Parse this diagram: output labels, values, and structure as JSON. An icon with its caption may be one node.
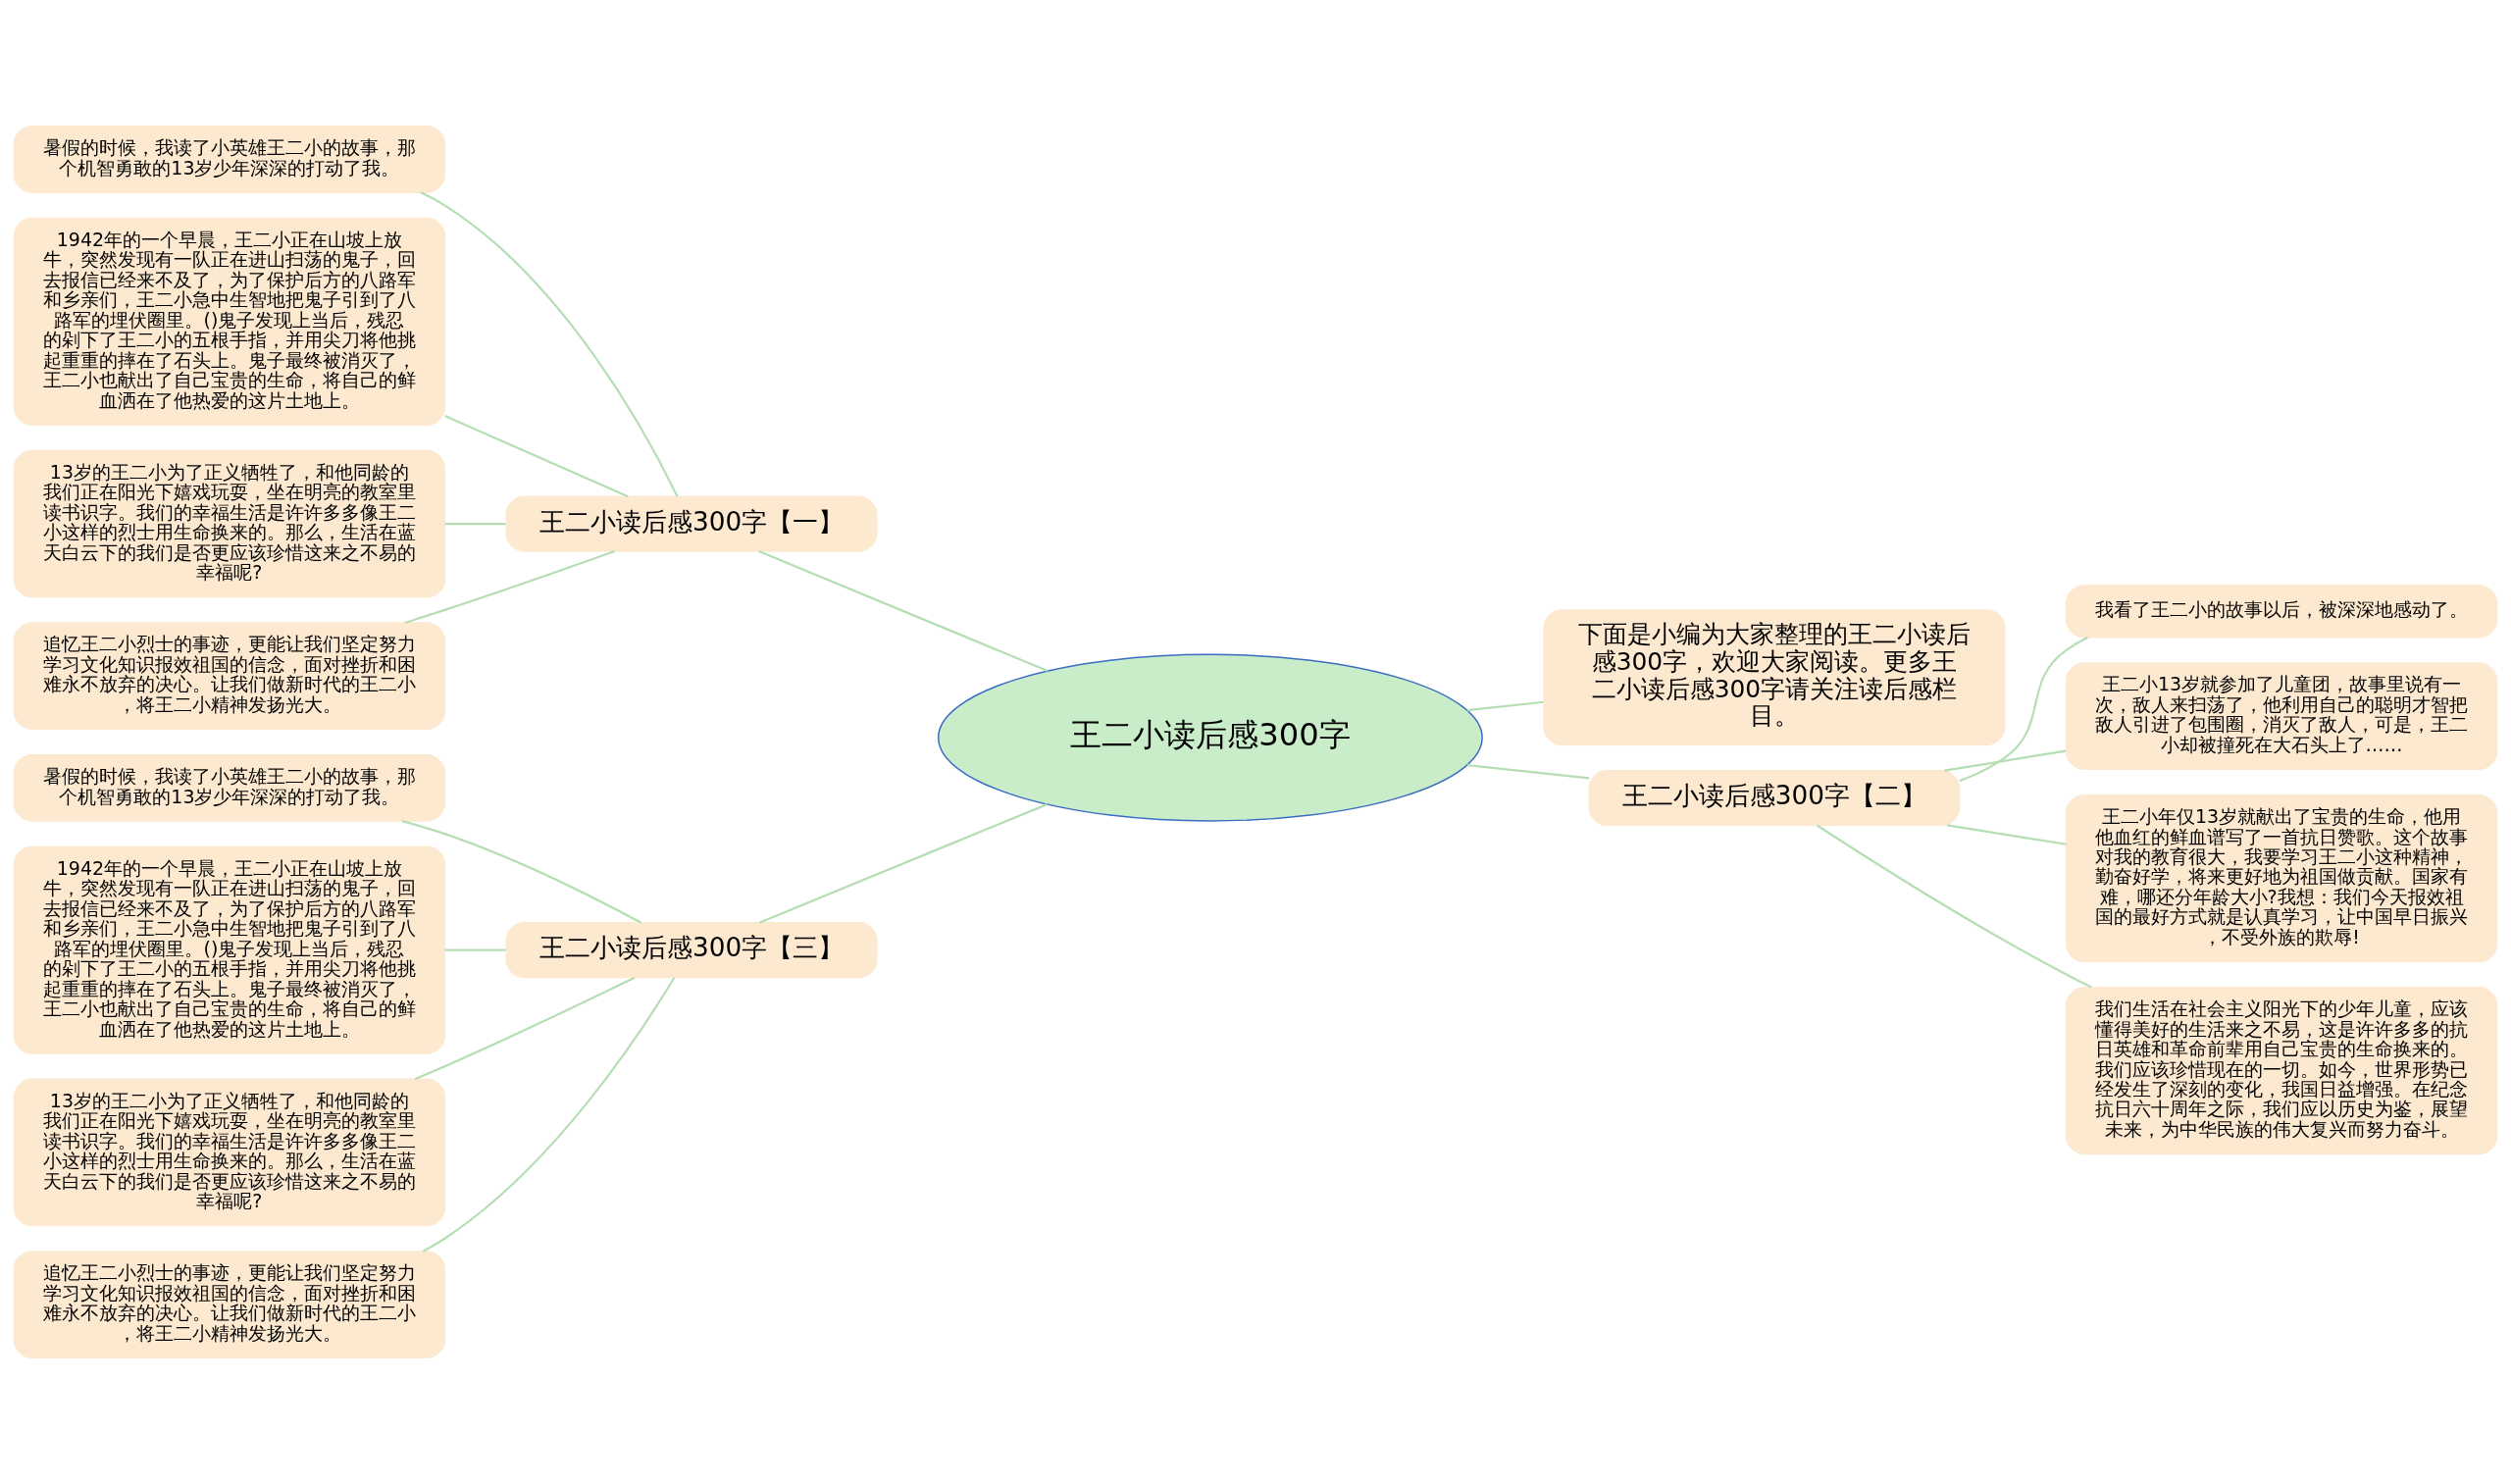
{
  "diagram": {
    "nodes": [
      {
        "text": [
          "王二小读后感300字"
        ]
      },
      {
        "text": [
          "王二小读后感300字【一】"
        ]
      },
      {
        "text": [
          "暑假的时候，我读了小英雄王二小的故事，那个机智勇敢的13岁少年深深的打动了我。"
        ]
      },
      {
        "text": [
          "1942年的一个早晨，王二小正在山坡上放牛，突然发现有一队正在进山扫荡的鬼子，回去报信已经来不及了，为了保护后方的八路军和乡亲们，王二小急中生智地把鬼子引到了八路军的埋伏圈里。()鬼子发现上当后，残忍的剁下了王二小的五根手指，并用尖刀将他挑起重重的摔在了石头上。鬼子最终被消灭了，王二小也献出了自己宝贵的生命，将自己的鲜血洒在了他热爱的这片土地上。"
        ]
      },
      {
        "text": [
          "13岁的王二小为了正义牺牲了，和他同龄的我们正在阳光下嬉戏玩耍，坐在明亮的教室里读书识字。我们的幸福生活是许许多多像王二小这样的烈士用生命换来的。那么，生活在蓝天白云下的我们是否更应该珍惜这来之不易的幸福呢?"
        ]
      },
      {
        "text": [
          "追忆王二小烈士的事迹，更能让我们坚定努力学习文化知识报效祖国的信念，面对挫折和困难永不放弃的决心。让我们做新时代的王二小，将王二小精神发扬光大。"
        ]
      },
      {
        "text": [
          "下面是小编为大家整理的王二小读后感300字，欢迎大家阅读。更多王二小读后感300字请关注读后感栏目。"
        ]
      },
      {
        "text": [
          "王二小读后感300字【二】"
        ]
      },
      {
        "text": [
          "我看了王二小的故事以后，被深深地感动了。"
        ]
      },
      {
        "text": [
          "王二小13岁就参加了儿童团，故事里说有一次，敌人来扫荡了，他利用自己的聪明才智把敌人引进了包围圈，消灭了敌人，可是，王二小却被撞死在大石头上了……"
        ]
      },
      {
        "text": [
          "王二小年仅13岁就献出了宝贵的生命，他用他血红的鲜血谱写了一首抗日赞歌。这个故事对我的教育很大，我要学习王二小这种精神，勤奋好学，将来更好地为祖国做贡献。国家有难，哪还分年龄大小?我想：我们今天报效祖国的最好方式就是认真学习，让中国早日振兴，不受外族的欺辱!"
        ]
      },
      {
        "text": [
          "我们生活在社会主义阳光下的少年儿童，应该懂得美好的生活来之不易，这是许许多多的抗日英雄和革命前辈用自己宝贵的生命换来的。我们应该珍惜现在的一切。如今，世界形势已经发生了深刻的变化，我国日益增强。在纪念抗日六十周年之际，我们应以历史为鉴，展望未来，为中华民族的伟大复兴而努力奋斗。"
        ]
      },
      {
        "text": [
          "王二小读后感300字【三】"
        ]
      },
      {
        "text": [
          "暑假的时候，我读了小英雄王二小的故事，那个机智勇敢的13岁少年深深的打动了我。"
        ]
      },
      {
        "text": [
          "1942年的一个早晨，王二小正在山坡上放牛，突然发现有一队正在进山扫荡的鬼子，回去报信已经来不及了，为了保护后方的八路军和乡亲们，王二小急中生智地把鬼子引到了八路军的埋伏圈里。()鬼子发现上当后，残忍的剁下了王二小的五根手指，并用尖刀将他挑起重重的摔在了石头上。鬼子最终被消灭了，王二小也献出了自己宝贵的生命，将自己的鲜血洒在了他热爱的这片土地上。"
        ]
      },
      {
        "text": [
          "13岁的王二小为了正义牺牲了，和他同龄的我们正在阳光下嬉戏玩耍，坐在明亮的教室里读书识字。我们的幸福生活是许许多多像王二小这样的烈士用生命换来的。那么，生活在蓝天白云下的我们是否更应该珍惜这来之不易的幸福呢?"
        ]
      },
      {
        "text": [
          "追忆王二小烈士的事迹，更能让我们坚定努力学习文化知识报效祖国的信念，面对挫折和困难永不放弃的决心。让我们做新时代的王二小，将王二小精神发扬光大。"
        ]
      }
    ],
    "edges": [
      {
        "from": 0,
        "to": 1,
        "arrow": "none"
      },
      {
        "from": 1,
        "to": 2,
        "arrow": "none"
      },
      {
        "from": 1,
        "to": 3,
        "arrow": "none"
      },
      {
        "from": 1,
        "to": 4,
        "arrow": "none"
      },
      {
        "from": 1,
        "to": 5,
        "arrow": "none"
      },
      {
        "from": 0,
        "to": 6,
        "arrow": "none"
      },
      {
        "from": 0,
        "to": 7,
        "arrow": "none"
      },
      {
        "from": 7,
        "to": 8,
        "arrow": "none"
      },
      {
        "from": 7,
        "to": 9,
        "arrow": "none"
      },
      {
        "from": 7,
        "to": 10,
        "arrow": "none"
      },
      {
        "from": 7,
        "to": 11,
        "arrow": "none"
      },
      {
        "from": 0,
        "to": 12,
        "arrow": "none"
      },
      {
        "from": 12,
        "to": 13,
        "arrow": "none"
      },
      {
        "from": 12,
        "to": 14,
        "arrow": "none"
      },
      {
        "from": 12,
        "to": 15,
        "arrow": "none"
      },
      {
        "from": 12,
        "to": 16,
        "arrow": "none"
      }
    ]
  }
}
